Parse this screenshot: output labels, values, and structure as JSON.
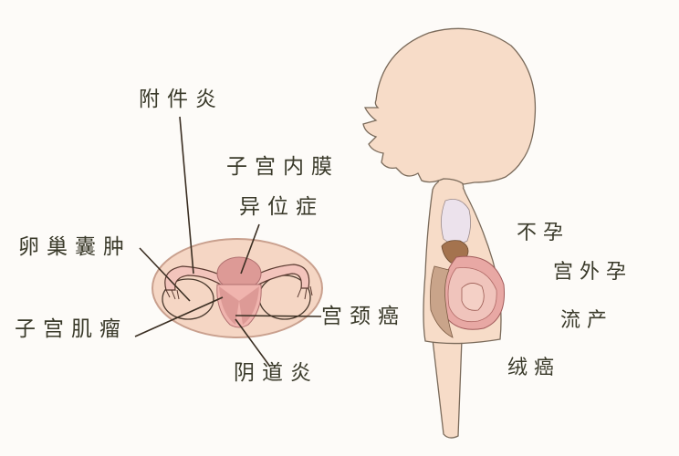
{
  "diagram": {
    "title": "",
    "colors": {
      "background": "#fdfbf8",
      "skin": "#f7dcc8",
      "skin_outline": "#7a6a5a",
      "pelvis_oval": "#f5d6c4",
      "uterus": "#e8a6a0",
      "uterus_dark": "#d88a88",
      "text": "#3a3a2a",
      "leader_line": "#3a2e22"
    },
    "left_labels": [
      {
        "id": "adnexitis",
        "text": "附件炎"
      },
      {
        "id": "endometriosis_line1",
        "text": "子宫内膜"
      },
      {
        "id": "endometriosis_line2",
        "text": "异位症"
      },
      {
        "id": "ovarian_cyst",
        "text": "卵巢囊肿"
      },
      {
        "id": "uterine_fibroid",
        "text": "子宫肌瘤"
      },
      {
        "id": "cervical_cancer",
        "text": "宫颈癌"
      },
      {
        "id": "vaginitis",
        "text": "阴道炎"
      }
    ],
    "right_labels": [
      {
        "id": "infertility",
        "text": "不孕"
      },
      {
        "id": "ectopic_pregnancy",
        "text": "宫外孕"
      },
      {
        "id": "miscarriage",
        "text": "流产"
      },
      {
        "id": "choriocarcinoma",
        "text": "绒癌"
      }
    ]
  }
}
